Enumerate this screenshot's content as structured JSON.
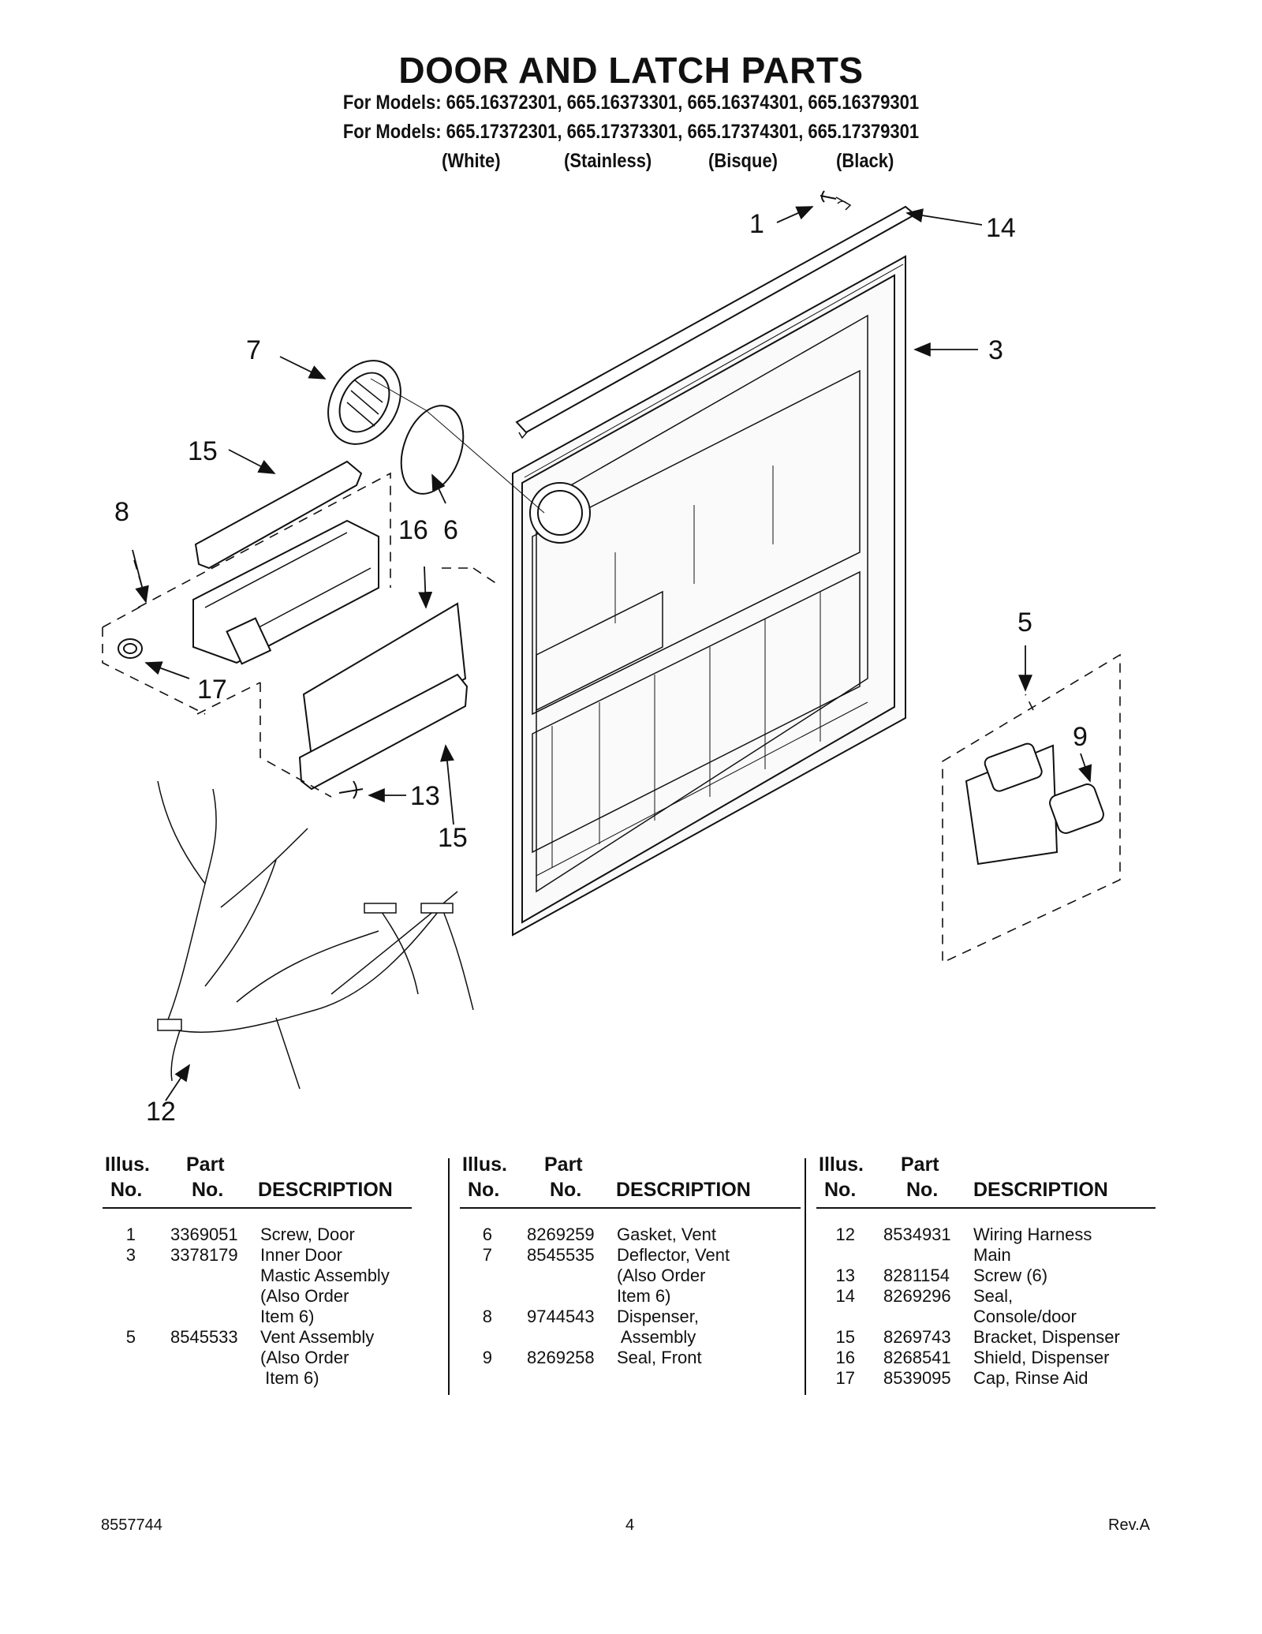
{
  "title": "DOOR AND LATCH PARTS",
  "models_line_1": "For Models: 665.16372301, 665.16373301, 665.16374301, 665.16379301",
  "models_line_2": "For Models: 665.17372301, 665.17373301, 665.17374301, 665.17379301",
  "finishes": [
    "(White)",
    "(Stainless)",
    "(Bisque)",
    "(Black)"
  ],
  "callouts": {
    "c1": "1",
    "c14": "14",
    "c3": "3",
    "c7": "7",
    "c15a": "15",
    "c8": "8",
    "c16": "16",
    "c6": "6",
    "c5": "5",
    "c9": "9",
    "c17": "17",
    "c13": "13",
    "c15b": "15",
    "c12": "12"
  },
  "table_headers": {
    "illus": "Illus.",
    "no": "No.",
    "part": "Part",
    "description": "DESCRIPTION"
  },
  "columns": [
    {
      "rows": [
        {
          "illus": "1",
          "part": "3369051",
          "desc": [
            "Screw, Door"
          ]
        },
        {
          "illus": "3",
          "part": "3378179",
          "desc": [
            "Inner Door",
            "Mastic Assembly",
            "(Also Order",
            "Item 6)"
          ]
        },
        {
          "illus": "5",
          "part": "8545533",
          "desc": [
            "Vent Assembly",
            "(Also Order",
            " Item 6)"
          ]
        }
      ]
    },
    {
      "rows": [
        {
          "illus": "6",
          "part": "8269259",
          "desc": [
            "Gasket, Vent"
          ]
        },
        {
          "illus": "7",
          "part": "8545535",
          "desc": [
            "Deflector, Vent",
            "(Also Order",
            "Item 6)"
          ]
        },
        {
          "illus": "8",
          "part": "9744543",
          "desc": [
            "Dispenser,",
            " Assembly"
          ]
        },
        {
          "illus": "9",
          "part": "8269258",
          "desc": [
            "Seal, Front"
          ]
        }
      ]
    },
    {
      "rows": [
        {
          "illus": "12",
          "part": "8534931",
          "desc": [
            "Wiring Harness",
            "Main"
          ]
        },
        {
          "illus": "13",
          "part": "8281154",
          "desc": [
            "Screw (6)"
          ]
        },
        {
          "illus": "14",
          "part": "8269296",
          "desc": [
            "Seal,",
            "Console/door"
          ]
        },
        {
          "illus": "15",
          "part": "8269743",
          "desc": [
            "Bracket, Dispenser"
          ]
        },
        {
          "illus": "16",
          "part": "8268541",
          "desc": [
            "Shield, Dispenser"
          ]
        },
        {
          "illus": "17",
          "part": "8539095",
          "desc": [
            "Cap, Rinse Aid"
          ]
        }
      ]
    }
  ],
  "footer": {
    "doc_number": "8557744",
    "page_number": "4",
    "revision": "Rev.A"
  }
}
